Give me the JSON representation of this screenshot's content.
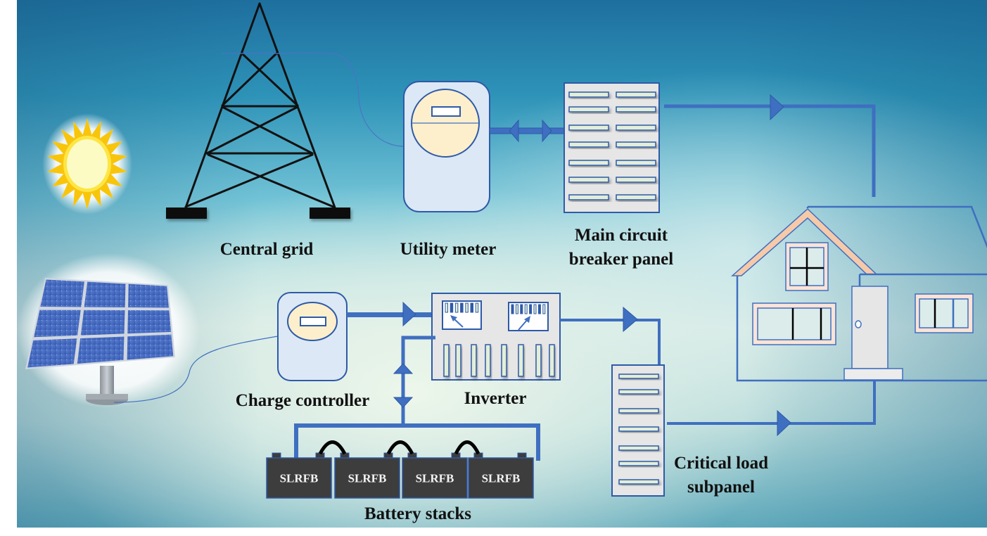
{
  "diagram": {
    "title": "Solar PV + battery storage home energy system",
    "colors": {
      "wire": "#3f6fc0",
      "wire_dark": "#2e5aa8",
      "meter_body": "#dce8f5",
      "meter_face": "#fdefcc",
      "panel_body": "#e6e6e6",
      "breaker_slot": "#e2eed8",
      "battery": "#3d3d3d",
      "house_trim": "#f6c9a8",
      "window_fill": "#fbe3d6",
      "sun_rays": "#f9c50a",
      "sun_core": "#fdf9bf",
      "tower": "#111111"
    },
    "components": [
      {
        "id": "central-grid",
        "label": "Central grid"
      },
      {
        "id": "utility-meter",
        "label": "Utility meter"
      },
      {
        "id": "main-panel",
        "label_line1": "Main circuit",
        "label_line2": "breaker panel"
      },
      {
        "id": "charge-controller",
        "label": "Charge controller"
      },
      {
        "id": "inverter",
        "label": "Inverter"
      },
      {
        "id": "critical-subpanel",
        "label_line1": "Critical load",
        "label_line2": "subpanel"
      },
      {
        "id": "battery-stacks",
        "label": "Battery stacks"
      }
    ],
    "batteries": [
      {
        "label": "SLRFB"
      },
      {
        "label": "SLRFB"
      },
      {
        "label": "SLRFB"
      },
      {
        "label": "SLRFB"
      }
    ],
    "flows": [
      {
        "from": "utility-meter",
        "to": "main-panel",
        "direction": "bidirectional"
      },
      {
        "from": "main-panel",
        "to": "house",
        "direction": "forward"
      },
      {
        "from": "charge-controller",
        "to": "inverter",
        "direction": "forward"
      },
      {
        "from": "inverter",
        "to": "critical-subpanel",
        "direction": "forward"
      },
      {
        "from": "critical-subpanel",
        "to": "house",
        "direction": "forward"
      },
      {
        "from": "inverter",
        "to": "battery-stacks",
        "direction": "bidirectional"
      }
    ]
  }
}
